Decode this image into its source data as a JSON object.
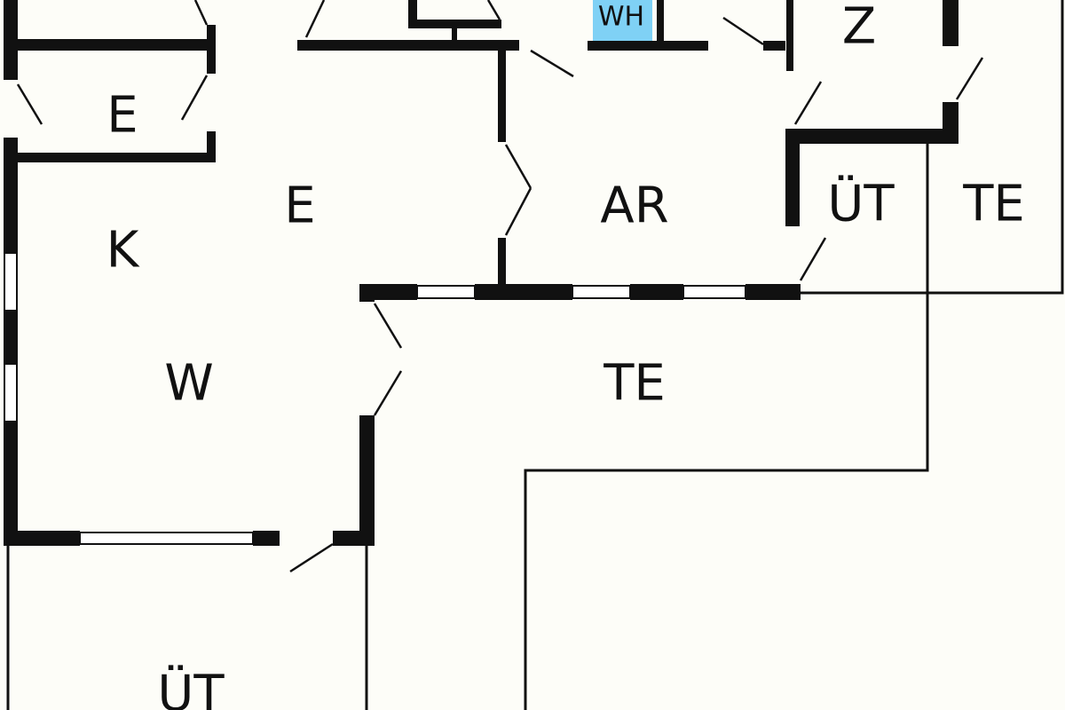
{
  "floor_plan": {
    "colors": {
      "background": "#fdfdf8",
      "wall": "#111111",
      "wh_fill": "#7fd1f5"
    },
    "rooms": [
      {
        "id": "e-upper-left",
        "label": "E"
      },
      {
        "id": "e-hall",
        "label": "E"
      },
      {
        "id": "k",
        "label": "K"
      },
      {
        "id": "w",
        "label": "W"
      },
      {
        "id": "ar",
        "label": "AR"
      },
      {
        "id": "ut-right",
        "label": "ÜT"
      },
      {
        "id": "te-right",
        "label": "TE"
      },
      {
        "id": "te-main",
        "label": "TE"
      },
      {
        "id": "z",
        "label": "Z"
      },
      {
        "id": "wh",
        "label": "WH"
      },
      {
        "id": "ut-bottom",
        "label": "ÜT"
      }
    ]
  }
}
